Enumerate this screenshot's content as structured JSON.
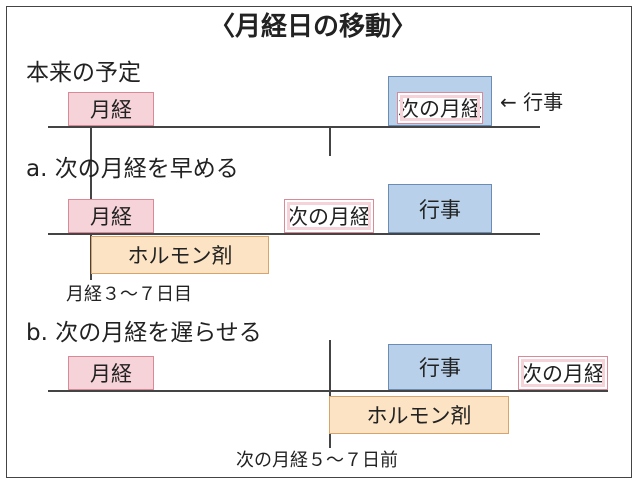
{
  "title": "〈月経日の移動〉",
  "sections": {
    "plan": {
      "heading": "本来の予定"
    },
    "advance": {
      "heading": "a. 次の月経を早める"
    },
    "delay": {
      "heading": "b. 次の月経を遅らせる"
    }
  },
  "labels": {
    "period": "月経",
    "next_period": "次の月経",
    "event": "行事",
    "hormone": "ホルモン剤",
    "event_pointer": "← 行事",
    "advance_note": "月経３～７日目",
    "delay_note": "次の月経５～７日前"
  },
  "colors": {
    "period_fill": "#f6d3d8",
    "event_fill": "#b8d0ea",
    "hormone_fill": "#fbe3c4"
  }
}
